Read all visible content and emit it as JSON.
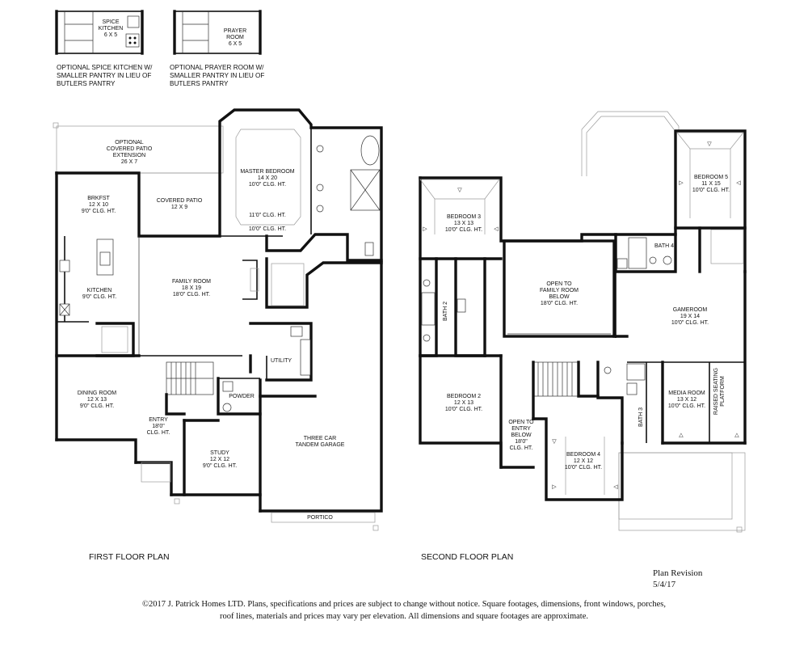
{
  "options": {
    "spice_kitchen": {
      "name": "SPICE",
      "name2": "KITCHEN",
      "dim": "6 X 5",
      "caption": [
        "OPTIONAL SPICE KITCHEN W/",
        "SMALLER PANTRY IN LIEU OF",
        "BUTLERS PANTRY"
      ]
    },
    "prayer_room": {
      "name": "PRAYER",
      "name2": "ROOM",
      "dim": "6 X 5",
      "caption": [
        "OPTIONAL PRAYER ROOM W/",
        "SMALLER PANTRY IN LIEU OF",
        "BUTLERS PANTRY"
      ]
    }
  },
  "first_floor": {
    "title": "FIRST FLOOR PLAN",
    "rooms": {
      "patio_ext": [
        "OPTIONAL",
        "COVERED PATIO",
        "EXTENSION",
        "26 X 7"
      ],
      "brkfst": [
        "BRKFST",
        "12 X 10",
        "9'0\" CLG. HT."
      ],
      "covered_patio": [
        "COVERED PATIO",
        "12 X 9"
      ],
      "master": [
        "MASTER BEDROOM",
        "14 X 20",
        "10'0\" CLG. HT."
      ],
      "master_clg1": "11'0\" CLG. HT.",
      "master_clg2": "10'0\" CLG. HT.",
      "family": [
        "FAMILY ROOM",
        "18 X 19",
        "18'0\" CLG. HT."
      ],
      "kitchen": [
        "KITCHEN",
        "9'0\" CLG. HT."
      ],
      "utility": "UTILITY",
      "powder": "POWDER",
      "dining": [
        "DINING ROOM",
        "12 X 13",
        "9'0\" CLG. HT."
      ],
      "entry": [
        "ENTRY",
        "18'0\"",
        "CLG. HT."
      ],
      "study": [
        "STUDY",
        "12 X 12",
        "9'0\" CLG. HT."
      ],
      "garage": [
        "THREE CAR",
        "TANDEM GARAGE"
      ],
      "portico": "PORTICO"
    }
  },
  "second_floor": {
    "title": "SECOND FLOOR PLAN",
    "rooms": {
      "bedroom3": [
        "BEDROOM 3",
        "13 X 13",
        "10'0\" CLG. HT."
      ],
      "bedroom5": [
        "BEDROOM 5",
        "11 X 15",
        "10'0\" CLG. HT."
      ],
      "bath4": "BATH 4",
      "open_family": [
        "OPEN TO",
        "FAMILY ROOM",
        "BELOW",
        "18'0\" CLG. HT."
      ],
      "bath2": "BATH 2",
      "gameroom": [
        "GAMEROOM",
        "19 X 14",
        "10'0\" CLG. HT."
      ],
      "bedroom2": [
        "BEDROOM 2",
        "12 X 13",
        "10'0\" CLG. HT."
      ],
      "open_entry": [
        "OPEN TO",
        "ENTRY",
        "BELOW",
        "18'0\"",
        "CLG. HT."
      ],
      "bath3": "BATH 3",
      "media": [
        "MEDIA ROOM",
        "13 X 12",
        "10'0\" CLG. HT."
      ],
      "raised": [
        "RAISED SEATING",
        "PLATFORM"
      ],
      "bedroom4": [
        "BEDROOM 4",
        "12 X 12",
        "10'0\" CLG. HT."
      ]
    }
  },
  "revision": {
    "label": "Plan Revision",
    "date": "5/4/17"
  },
  "copyright": [
    "©2017 J. Patrick Homes LTD.  Plans, specifications and prices are subject to change without notice.  Square footages, dimensions, front windows, porches,",
    "roof lines, materials and prices may vary per elevation.   All dimensions and square footages are approximate."
  ]
}
